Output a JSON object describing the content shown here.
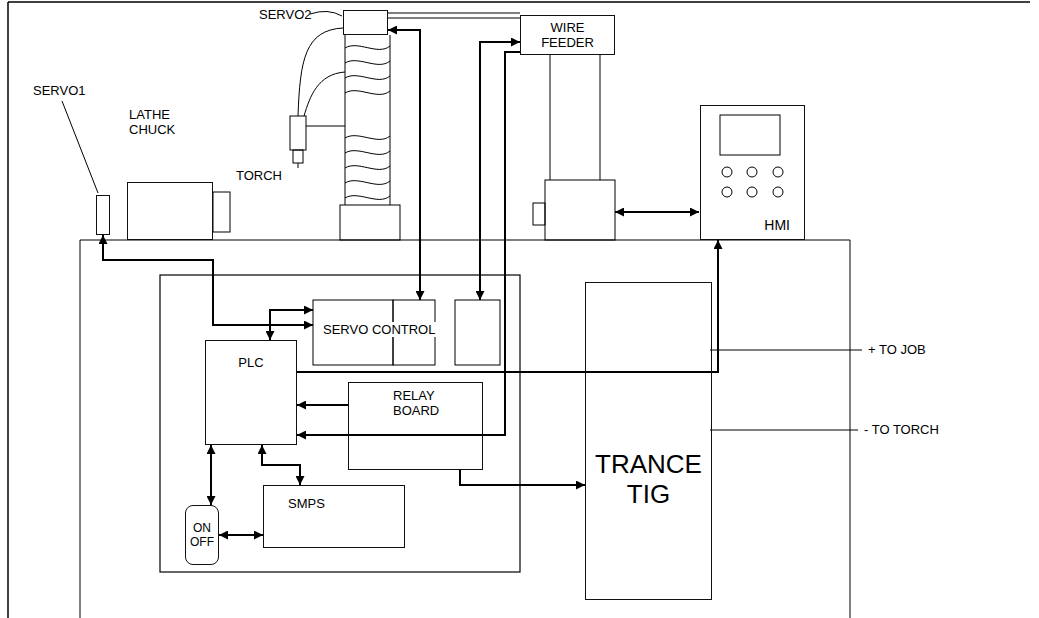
{
  "diagram": {
    "nodes": [
      {
        "text": [
          "SERVO1"
        ]
      },
      {
        "text": [
          "LATHE CHUCK"
        ]
      },
      {
        "text": [
          "SERVO2"
        ]
      },
      {
        "text": [
          "WIRE FEEDER"
        ]
      },
      {
        "text": [
          "HMI"
        ]
      },
      {
        "text": [
          "SERVO CONTROL"
        ]
      },
      {
        "text": [
          "PLC"
        ]
      },
      {
        "text": [
          "RELAY BOARD"
        ]
      },
      {
        "text": [
          "ON OFF"
        ]
      },
      {
        "text": [
          "SMPS"
        ]
      },
      {
        "text": [
          "TRANCE TIG"
        ]
      }
    ],
    "edges": [
      {
        "from": 0,
        "to": 5,
        "arrow": "both"
      },
      {
        "from": 2,
        "to": 5,
        "arrow": "both"
      },
      {
        "from": 3,
        "to": 5,
        "arrow": "both"
      },
      {
        "from": 6,
        "to": 5,
        "arrow": "both"
      },
      {
        "from": 6,
        "to": 4,
        "arrow": "to"
      },
      {
        "from": 3,
        "to": 6,
        "arrow": "to"
      },
      {
        "from": 7,
        "to": 10,
        "arrow": "to"
      },
      {
        "from": 8,
        "to": 6,
        "arrow": "both"
      },
      {
        "from": 8,
        "to": 9,
        "arrow": "both"
      },
      {
        "from": 9,
        "to": 6,
        "arrow": "both"
      },
      {
        "from": 7,
        "to": 6,
        "arrow": "to"
      }
    ],
    "labels": [
      "TORCH",
      "+ TO JOB",
      "- TO TORCH"
    ]
  }
}
